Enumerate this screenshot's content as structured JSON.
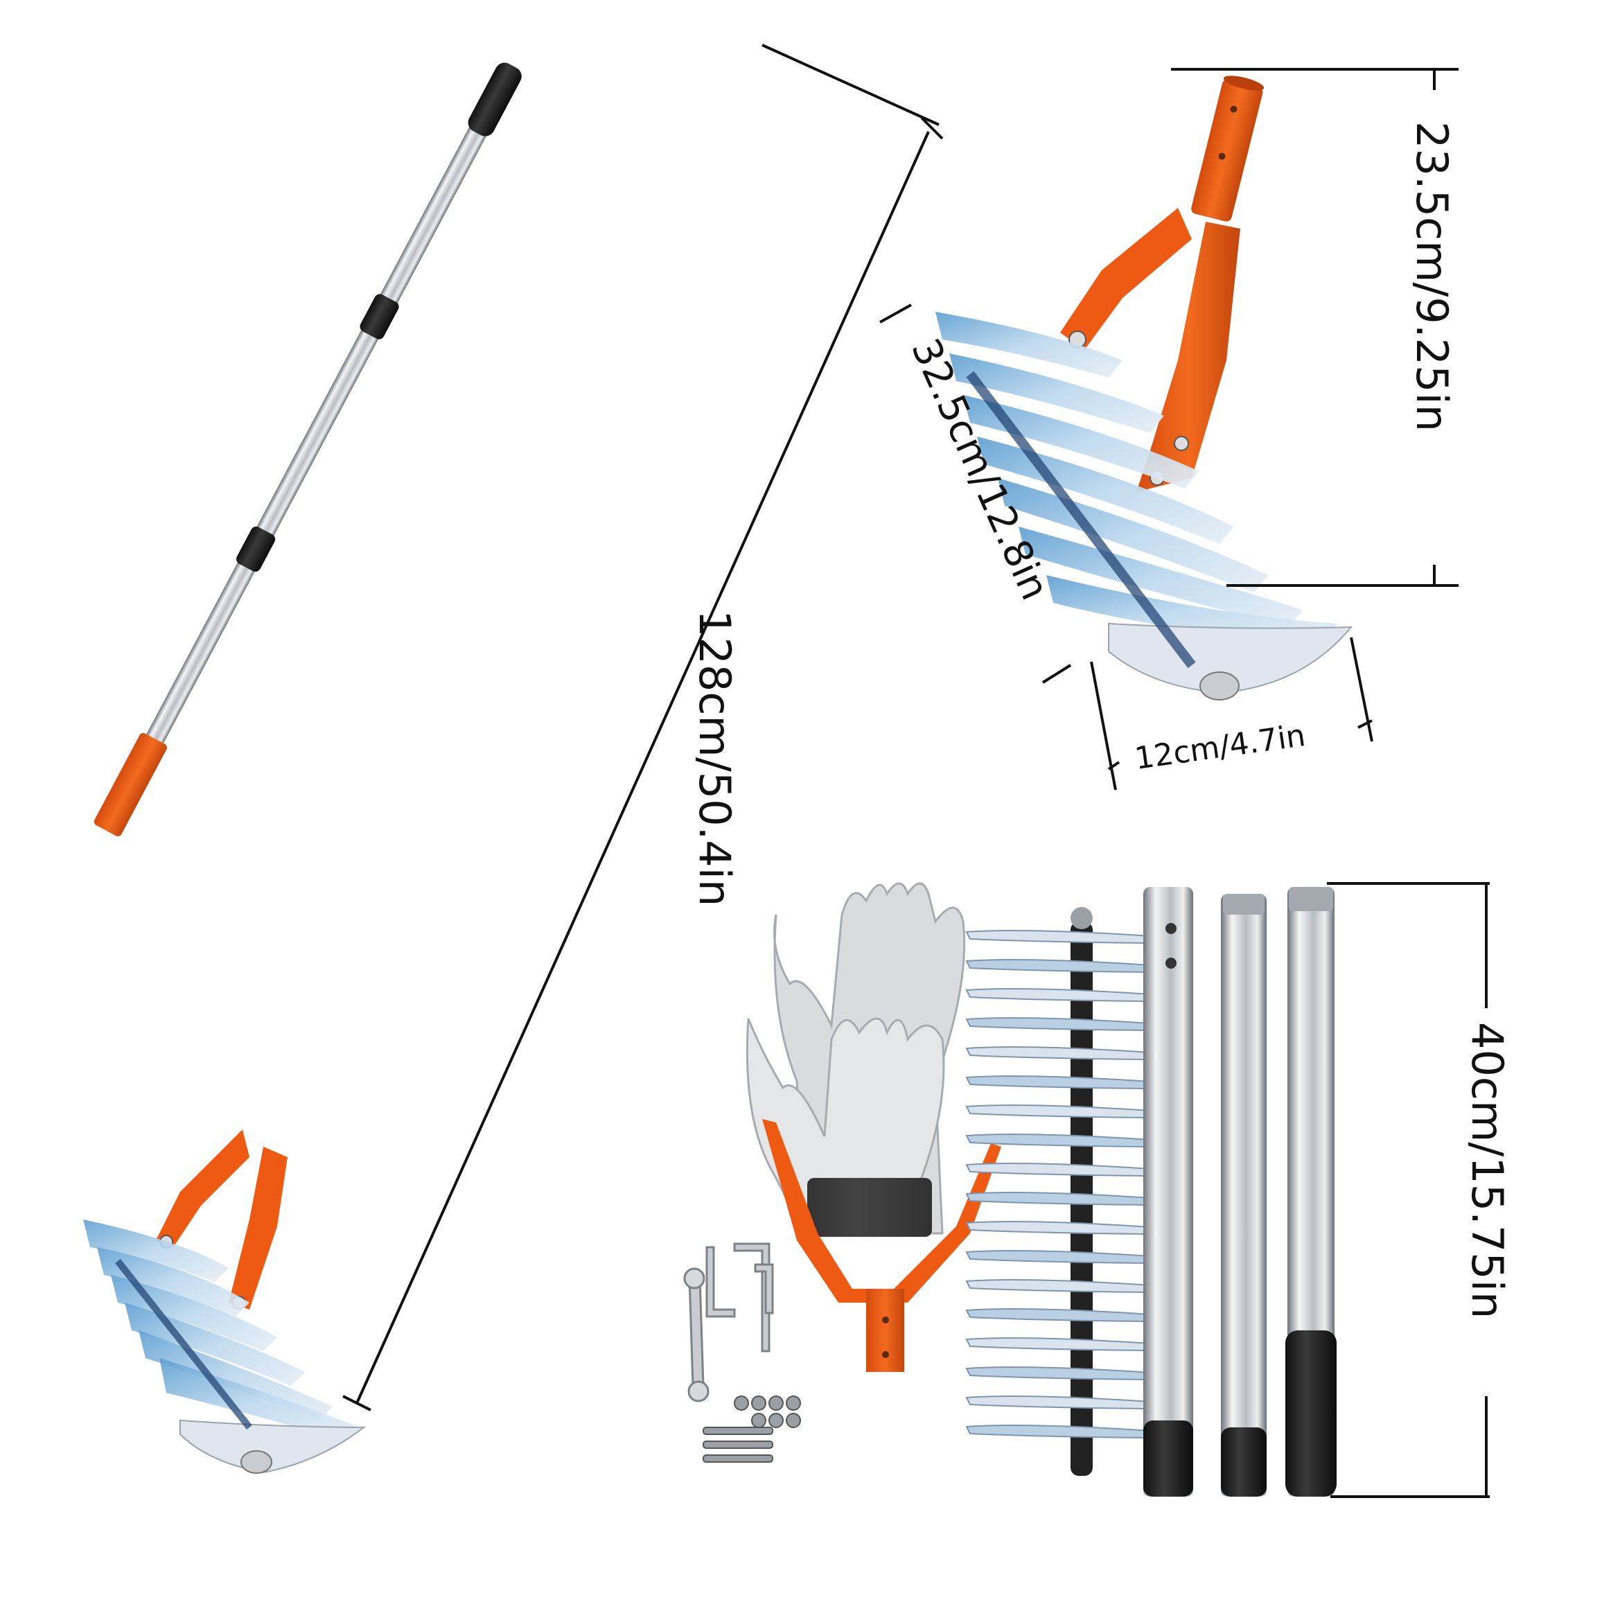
{
  "dimensions": {
    "overall_length": "128cm/50.4in",
    "head_height": "23.5cm/9.25in",
    "head_width": "32.5cm/12.8in",
    "tine_depth": "12cm/4.7in",
    "pole_length": "40cm/15.75in"
  },
  "colors": {
    "handle_orange": "#ee5a12",
    "handle_orange_dark": "#c8470c",
    "steel": "#c9ccd0",
    "steel_dark": "#8b9096",
    "blade_blue": "#8fbde0",
    "blade_light": "#dfe9f2",
    "grip_black": "#1d1d1d",
    "glove_gray": "#d7d9dc",
    "line": "#111111"
  }
}
